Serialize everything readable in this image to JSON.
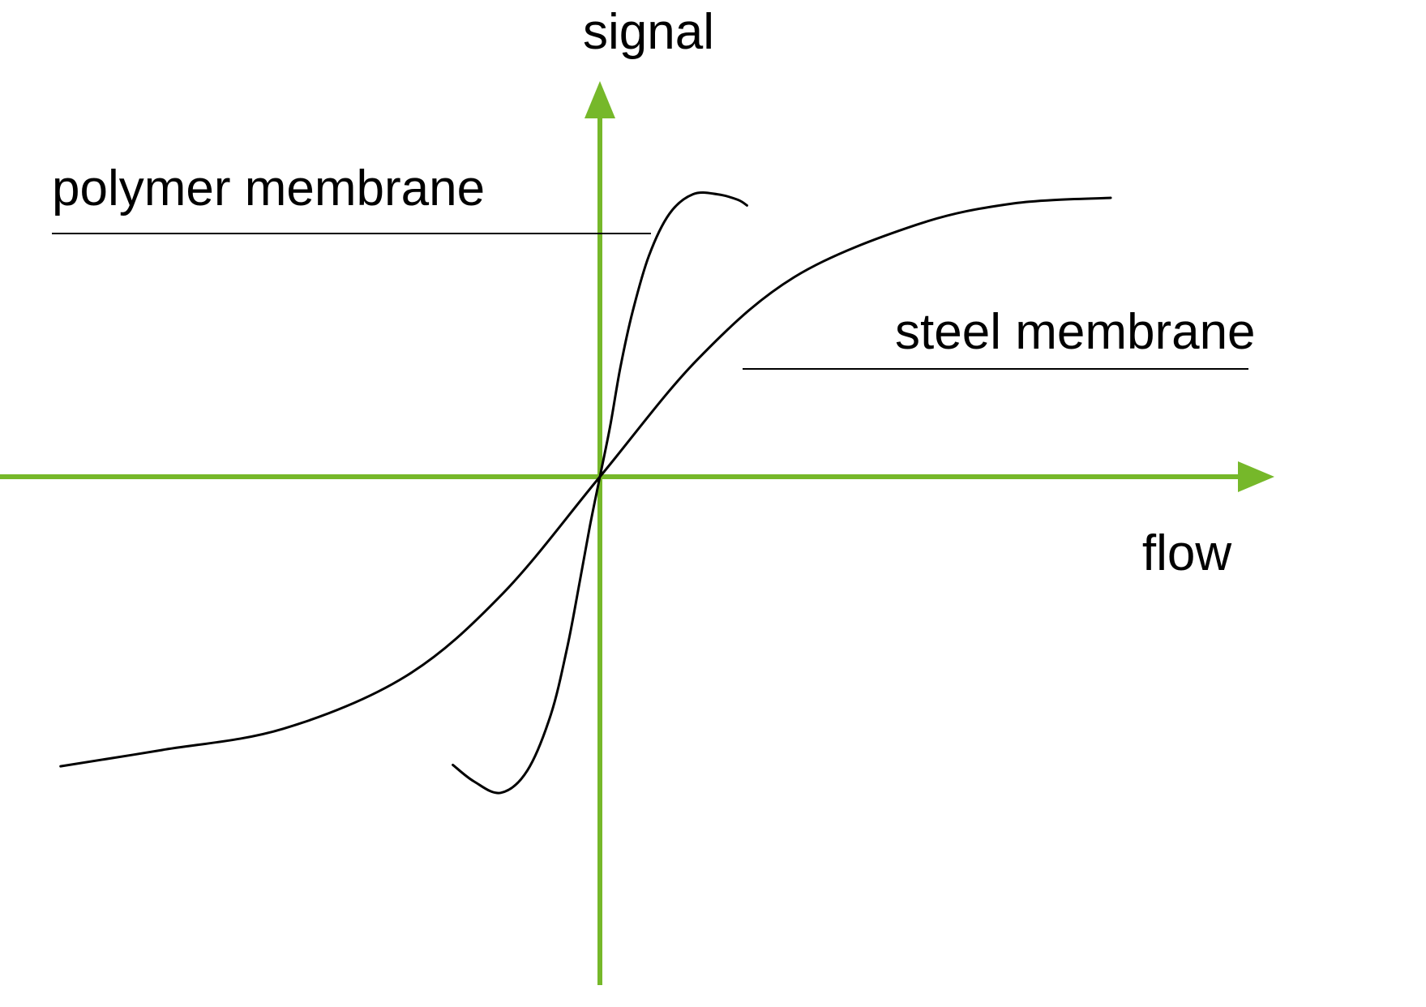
{
  "chart_data": {
    "type": "line",
    "title": "",
    "xlabel": "flow",
    "ylabel": "signal",
    "axis_color": "#76b82a",
    "curve_color": "#000000",
    "grid": false,
    "legend_position": "inline-annotations",
    "x_range_units": [
      -5.9,
      6.6
    ],
    "y_range_units": [
      -1.9,
      1.4
    ],
    "series": [
      {
        "name": "polymer membrane",
        "points": [
          [
            -1.44,
            -1.03
          ],
          [
            -1.23,
            -1.09
          ],
          [
            -0.97,
            -1.13
          ],
          [
            -0.71,
            -1.05
          ],
          [
            -0.48,
            -0.85
          ],
          [
            -0.32,
            -0.61
          ],
          [
            -0.2,
            -0.38
          ],
          [
            -0.1,
            -0.18
          ],
          [
            0.0,
            0.0
          ],
          [
            0.1,
            0.18
          ],
          [
            0.2,
            0.39
          ],
          [
            0.32,
            0.59
          ],
          [
            0.48,
            0.79
          ],
          [
            0.68,
            0.94
          ],
          [
            0.91,
            1.01
          ],
          [
            1.15,
            1.01
          ],
          [
            1.35,
            0.99
          ],
          [
            1.44,
            0.97
          ]
        ]
      },
      {
        "name": "steel membrane",
        "points": [
          [
            -5.28,
            -1.035
          ],
          [
            -4.29,
            -0.977
          ],
          [
            -3.1,
            -0.901
          ],
          [
            -1.9,
            -0.713
          ],
          [
            -0.95,
            -0.417
          ],
          [
            0.0,
            0.0
          ],
          [
            0.95,
            0.417
          ],
          [
            1.9,
            0.713
          ],
          [
            3.1,
            0.901
          ],
          [
            4.05,
            0.977
          ],
          [
            5.0,
            0.997
          ]
        ]
      }
    ]
  }
}
